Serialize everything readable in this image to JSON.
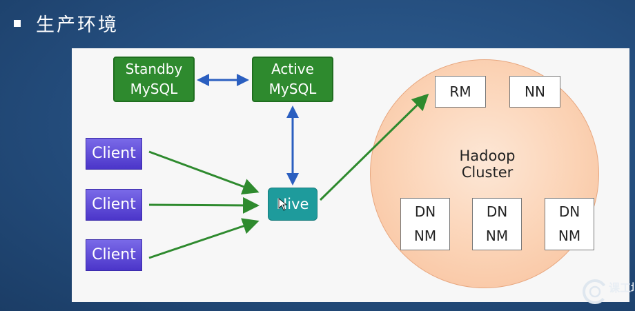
{
  "slide": {
    "title": "生产环境"
  },
  "diagram": {
    "mysql_standby": {
      "line1": "Standby",
      "line2": "MySQL"
    },
    "mysql_active": {
      "line1": "Active",
      "line2": "MySQL"
    },
    "clients": [
      "Client",
      "Client",
      "Client"
    ],
    "hive": "Hive",
    "cluster": {
      "label": "Hadoop Cluster",
      "rm": "RM",
      "nn": "NN",
      "workers": [
        {
          "dn": "DN",
          "nm": "NM"
        },
        {
          "dn": "DN",
          "nm": "NM"
        },
        {
          "dn": "DN",
          "nm": "NM"
        }
      ]
    },
    "colors": {
      "mysql": "#2e8a2e",
      "client": "#5a45d6",
      "hive": "#1e9b9c",
      "green_arrow": "#2e8a2e",
      "blue_arrow": "#2b5fc0",
      "cluster_fill": "#fbd2b4"
    }
  },
  "watermark": {
    "text": "课工场",
    "icon": "kgc-logo"
  }
}
